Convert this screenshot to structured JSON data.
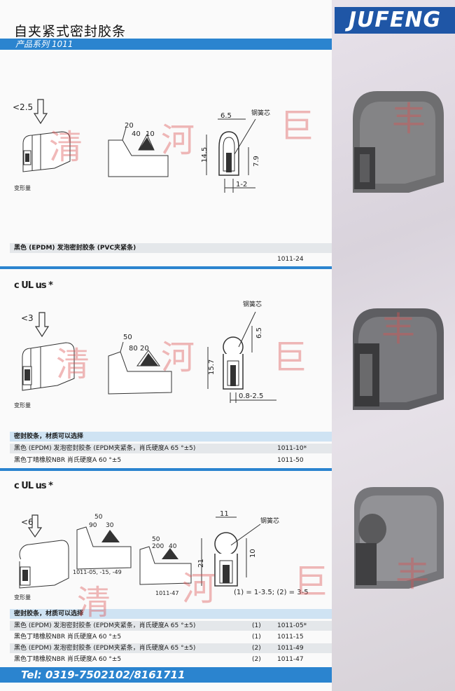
{
  "header": {
    "title": "自夹紧式密封胶条",
    "series": "产品系列 1011",
    "logo": "JUFENG"
  },
  "section1": {
    "load_label": "<2.5",
    "deform_label": "变形量",
    "angle_labels": [
      "20",
      "40",
      "10"
    ],
    "dims": {
      "width": "6.5",
      "height": "14.5",
      "inner": "7.9",
      "clamp": "1-2"
    },
    "core_label": "钢簧芯",
    "rows": [
      {
        "desc": "黑色 (EPDM) 发泡密封胶条 (PVC夹紧条)",
        "note": "",
        "code": ""
      },
      {
        "desc": "",
        "note": "",
        "code": "1011-24"
      }
    ]
  },
  "section2": {
    "cert": "c UL us *",
    "load_label": "<3",
    "deform_label": "变形量",
    "angle_labels": [
      "50",
      "80",
      "20"
    ],
    "dims": {
      "height": "15.7",
      "inner": "6.5",
      "clamp": "0.8-2.5"
    },
    "core_label": "钢簧芯",
    "heading": "密封胶条，材质可以选择",
    "rows": [
      {
        "desc": "黑色 (EPDM) 发泡密封胶条 (EPDM夹紧条，肖氏硬度A 65 °±5)",
        "note": "",
        "code": "1011-10*"
      },
      {
        "desc": "黑色丁晴橡胶NBR 肖氏硬度A 60 °±5",
        "note": "",
        "code": "1011-50"
      }
    ]
  },
  "section3": {
    "cert": "c UL us *",
    "load_label": "<6",
    "deform_label": "变形量",
    "angle_labels_a": [
      "50",
      "90",
      "30"
    ],
    "angle_labels_b": [
      "50",
      "200",
      "40"
    ],
    "variant_a": "1011-05, -15, -49",
    "variant_b": "1011-47",
    "dims": {
      "width": "11",
      "height": "21",
      "inner": "10"
    },
    "clamp_note": "(1) = 1-3.5; (2) = 3-5",
    "core_label": "钢簧芯",
    "heading": "密封胶条，材质可以选择",
    "rows": [
      {
        "desc": "黑色 (EPDM) 发泡密封胶条 (EPDM夹紧条，肖氏硬度A 65 °±5)",
        "note": "(1)",
        "code": "1011-05*"
      },
      {
        "desc": "黑色丁晴橡胶NBR 肖氏硬度A 60 °±5",
        "note": "(1)",
        "code": "1011-15"
      },
      {
        "desc": "黑色 (EPDM) 发泡密封胶条 (EPDM夹紧条，肖氏硬度A 65 °±5)",
        "note": "(2)",
        "code": "1011-49"
      },
      {
        "desc": "黑色丁晴橡胶NBR 肖氏硬度A 60 °±5",
        "note": "(2)",
        "code": "1011-47"
      }
    ]
  },
  "watermark": [
    "清",
    "河",
    "巨",
    "丰"
  ],
  "footer": {
    "tel": "Tel:  0319-7502102/8161711"
  }
}
